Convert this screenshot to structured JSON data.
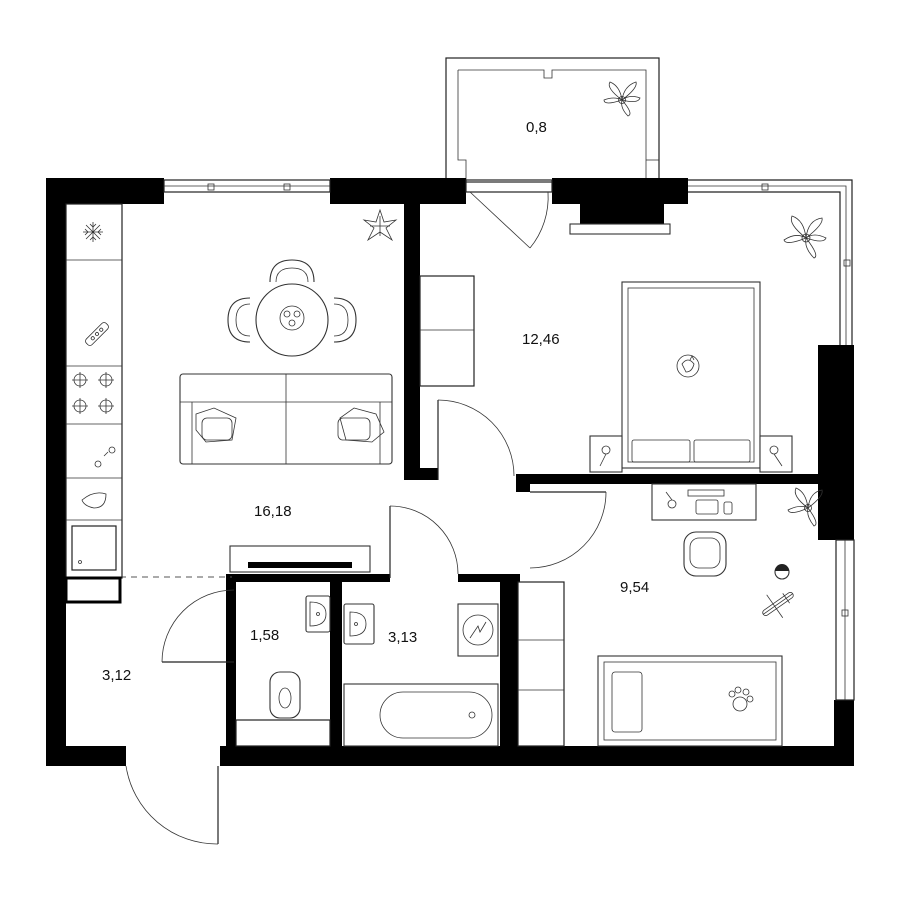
{
  "floor_plan": {
    "rooms": [
      {
        "id": "balcony",
        "area": "0,8"
      },
      {
        "id": "living-kitchen",
        "area": "16,18"
      },
      {
        "id": "bedroom",
        "area": "12,46"
      },
      {
        "id": "children-room",
        "area": "9,54"
      },
      {
        "id": "bathroom",
        "area": "3,13"
      },
      {
        "id": "toilet",
        "area": "1,58"
      },
      {
        "id": "hallway",
        "area": "3,12"
      }
    ],
    "icons": [
      "snowflake-icon",
      "plant-icon",
      "cat-icon",
      "paw-icon",
      "toy-plane-icon",
      "ball-icon",
      "washing-machine-icon"
    ],
    "colors": {
      "wall": "#000000",
      "line": "#222222",
      "background": "#ffffff"
    }
  }
}
